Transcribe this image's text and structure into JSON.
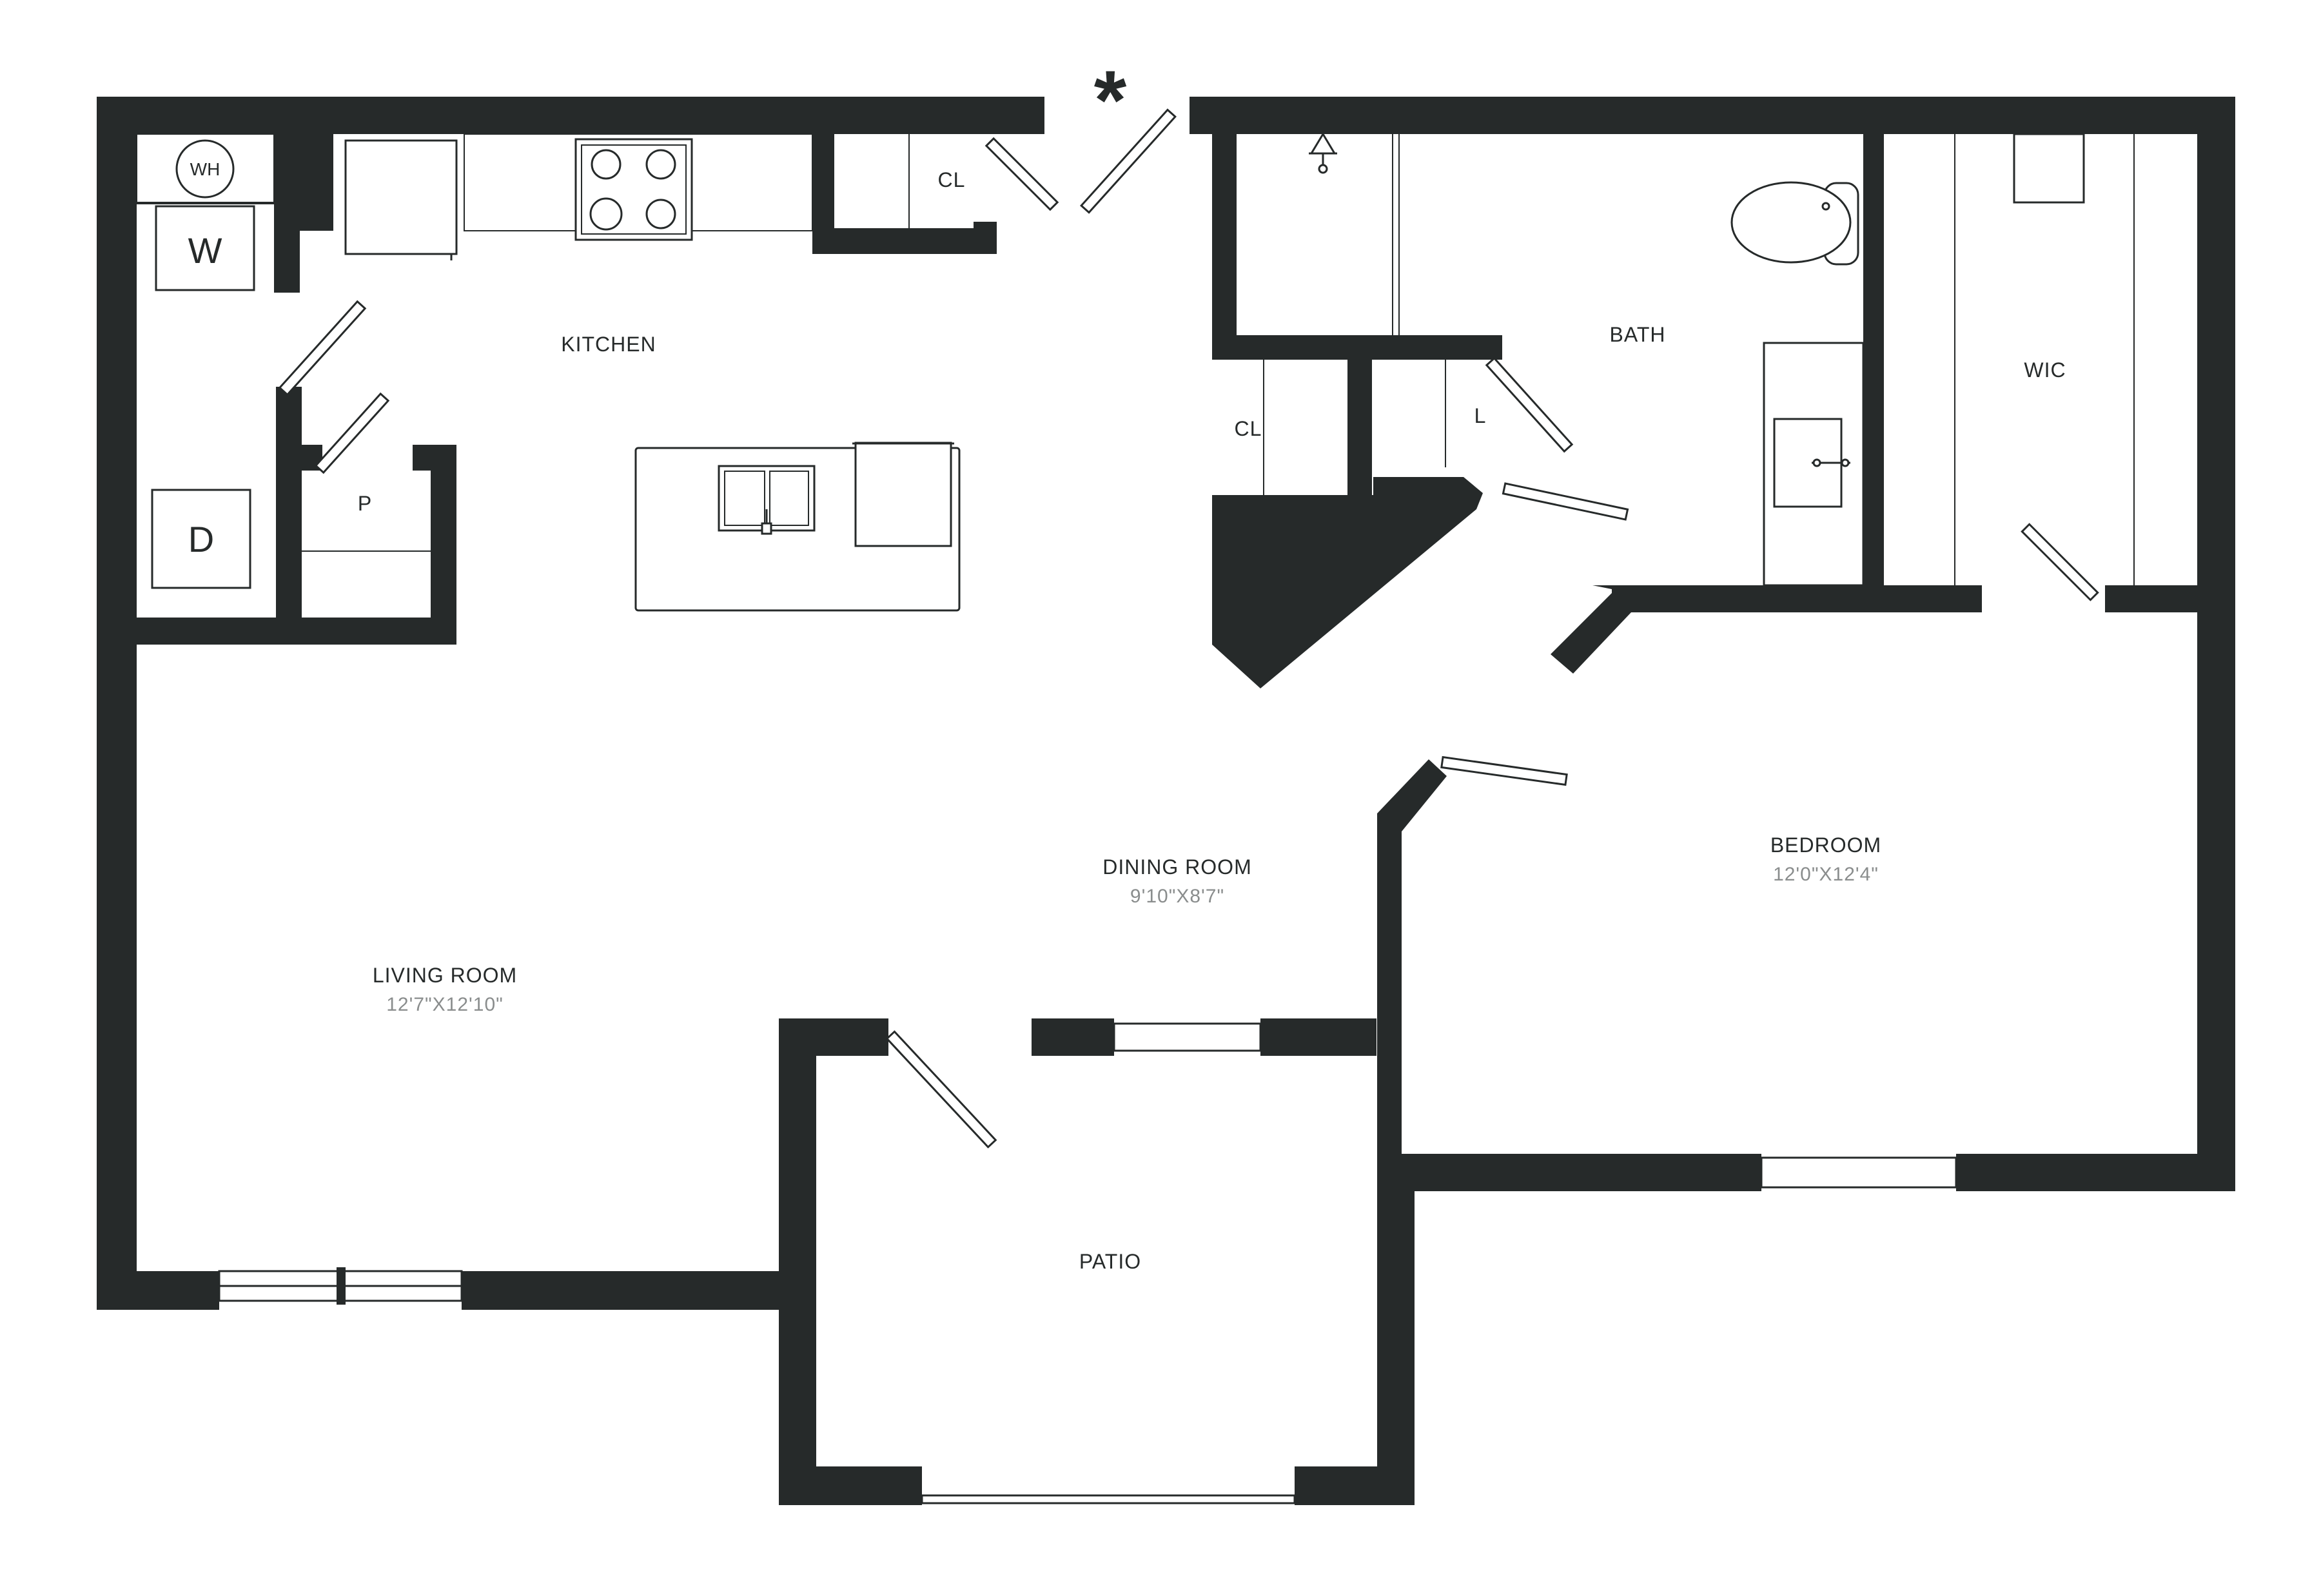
{
  "entry_marker": "*",
  "rooms": {
    "kitchen": {
      "name": "KITCHEN"
    },
    "living_room": {
      "name": "LIVING ROOM",
      "dimensions": "12'7\"X12'10\""
    },
    "dining_room": {
      "name": "DINING ROOM",
      "dimensions": "9'10\"X8'7\""
    },
    "bedroom": {
      "name": "BEDROOM",
      "dimensions": "12'0\"X12'4\""
    },
    "bath": {
      "name": "BATH"
    },
    "wic": {
      "name": "WIC"
    },
    "patio": {
      "name": "PATIO"
    },
    "pantry": {
      "name": "P"
    },
    "closet_kitchen": {
      "name": "CL"
    },
    "closet_hall": {
      "name": "CL"
    },
    "linen": {
      "name": "L"
    }
  },
  "appliances": {
    "water_heater": "WH",
    "washer": "W",
    "dryer": "D"
  },
  "colors": {
    "wall": "#262a2a",
    "dimension_text": "#8a8d8d",
    "background": "#ffffff"
  }
}
